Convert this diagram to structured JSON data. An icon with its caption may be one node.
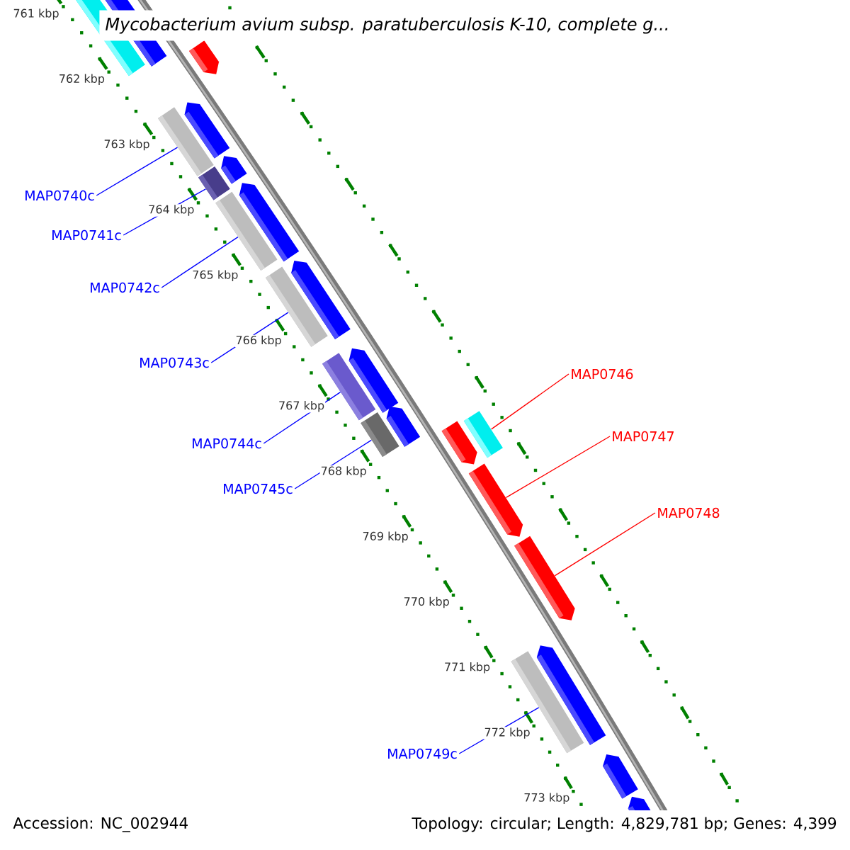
{
  "diagram": {
    "title": "Mycobacterium avium subsp. paratuberculosis K-10, complete g...",
    "nodes": [
      {
        "text": [
          "MAP0740c"
        ]
      },
      {
        "text": [
          "MAP0741c"
        ]
      },
      {
        "text": [
          "MAP0742c"
        ]
      },
      {
        "text": [
          "MAP0743c"
        ]
      },
      {
        "text": [
          "MAP0744c"
        ]
      },
      {
        "text": [
          "MAP0745c"
        ]
      },
      {
        "text": [
          "MAP0746"
        ]
      },
      {
        "text": [
          "MAP0747"
        ]
      },
      {
        "text": [
          "MAP0748"
        ]
      },
      {
        "text": [
          "MAP0749c"
        ]
      },
      {
        "text": [],
        "shape": "bar"
      },
      {
        "text": [],
        "shape": "bar"
      },
      {
        "text": [],
        "shape": "bar"
      },
      {
        "text": [],
        "shape": "bar"
      },
      {
        "text": [],
        "shape": "bar"
      },
      {
        "text": [],
        "shape": "bar"
      },
      {
        "text": [],
        "shape": "bar"
      },
      {
        "text": [],
        "shape": "bar"
      },
      {
        "text": [],
        "shape": "bar"
      },
      {
        "text": [],
        "shape": "bar"
      }
    ],
    "edges": [
      {
        "from": 0,
        "to": 10,
        "arrow": "none"
      },
      {
        "from": 1,
        "to": 11,
        "arrow": "none"
      },
      {
        "from": 2,
        "to": 12,
        "arrow": "none"
      },
      {
        "from": 3,
        "to": 13,
        "arrow": "none"
      },
      {
        "from": 4,
        "to": 14,
        "arrow": "none"
      },
      {
        "from": 5,
        "to": 15,
        "arrow": "none"
      },
      {
        "from": 6,
        "to": 16,
        "arrow": "none",
        "color": "#ff0000"
      },
      {
        "from": 7,
        "to": 17,
        "arrow": "none",
        "color": "#ff0000"
      },
      {
        "from": 8,
        "to": 18,
        "arrow": "none",
        "color": "#ff0000"
      },
      {
        "from": 9,
        "to": 19,
        "arrow": "none"
      }
    ],
    "labels": [
      "761 kbp",
      "762 kbp",
      "763 kbp",
      "764 kbp",
      "765 kbp",
      "766 kbp",
      "767 kbp",
      "768 kbp",
      "769 kbp",
      "770 kbp",
      "771 kbp",
      "772 kbp",
      "773 kbp",
      "Accession: NC_002944",
      "Topology: circular; Length: 4,829,781 bp; Genes: 4,399"
    ]
  }
}
